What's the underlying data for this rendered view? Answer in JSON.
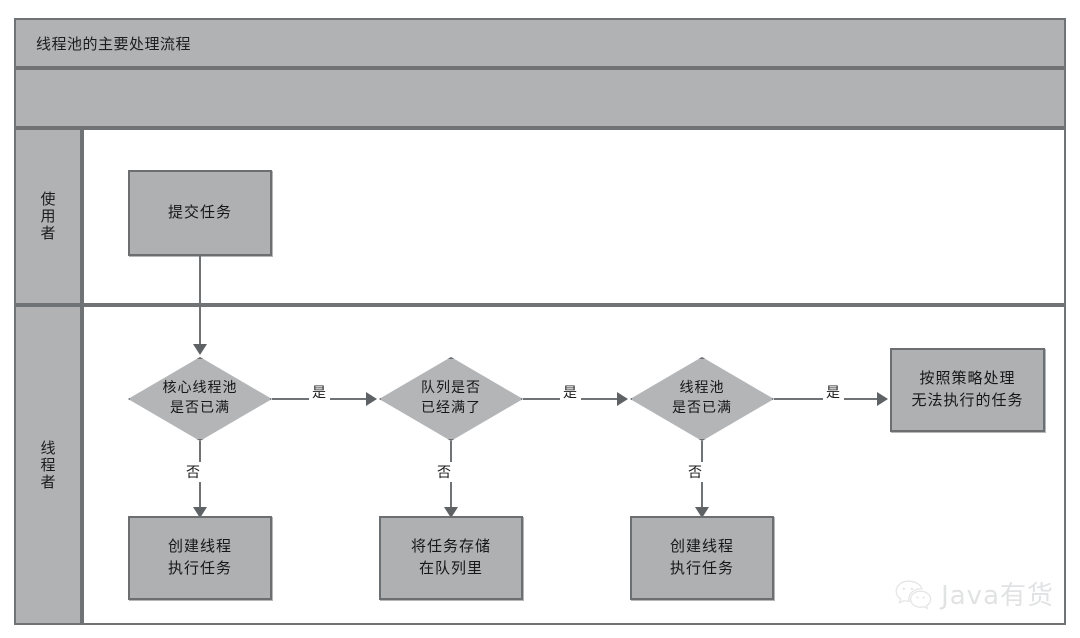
{
  "header": {
    "title": "线程池的主要处理流程",
    "subrow_label": ""
  },
  "lanes": [
    {
      "id": "user",
      "label": "使用者"
    },
    {
      "id": "thread",
      "label": "线程者"
    }
  ],
  "nodes": {
    "submit_task": "提交任务",
    "decision_core_pool": "核心线程池\n是否已满",
    "decision_queue": "队列是否\n已经满了",
    "decision_pool": "线程池\n是否已满",
    "reject_policy": "按照策略处理\n无法执行的任务",
    "create_thread_1": "创建线程\n执行任务",
    "store_in_queue": "将任务存储\n在队列里",
    "create_thread_2": "创建线程\n执行任务"
  },
  "edges": {
    "yes": "是",
    "no": "否"
  },
  "watermark": {
    "text": "Java有货",
    "icon": "wechat-icon"
  },
  "colors": {
    "lane_header_fill": "#b0b2b4",
    "node_fill": "#aeb0b2",
    "diamond_fill": "#b3b5b7",
    "stroke": "#6f7376",
    "canvas": "#ffffff"
  },
  "chart_data": {
    "type": "diagram",
    "title": "线程池的主要处理流程",
    "diagram_kind": "swimlane-flowchart",
    "lanes": [
      "使用者",
      "线程者"
    ],
    "nodes": [
      {
        "id": "submit_task",
        "lane": "使用者",
        "shape": "process",
        "text": "提交任务"
      },
      {
        "id": "decision_core_pool",
        "lane": "线程者",
        "shape": "decision",
        "text": "核心线程池是否已满"
      },
      {
        "id": "create_thread_1",
        "lane": "线程者",
        "shape": "process",
        "text": "创建线程执行任务"
      },
      {
        "id": "decision_queue",
        "lane": "线程者",
        "shape": "decision",
        "text": "队列是否已经满了"
      },
      {
        "id": "store_in_queue",
        "lane": "线程者",
        "shape": "process",
        "text": "将任务存储在队列里"
      },
      {
        "id": "decision_pool",
        "lane": "线程者",
        "shape": "decision",
        "text": "线程池是否已满"
      },
      {
        "id": "create_thread_2",
        "lane": "线程者",
        "shape": "process",
        "text": "创建线程执行任务"
      },
      {
        "id": "reject_policy",
        "lane": "线程者",
        "shape": "process",
        "text": "按照策略处理无法执行的任务"
      }
    ],
    "edges": [
      {
        "from": "submit_task",
        "to": "decision_core_pool",
        "label": ""
      },
      {
        "from": "decision_core_pool",
        "to": "decision_queue",
        "label": "是"
      },
      {
        "from": "decision_core_pool",
        "to": "create_thread_1",
        "label": "否"
      },
      {
        "from": "decision_queue",
        "to": "decision_pool",
        "label": "是"
      },
      {
        "from": "decision_queue",
        "to": "store_in_queue",
        "label": "否"
      },
      {
        "from": "decision_pool",
        "to": "reject_policy",
        "label": "是"
      },
      {
        "from": "decision_pool",
        "to": "create_thread_2",
        "label": "否"
      }
    ]
  }
}
